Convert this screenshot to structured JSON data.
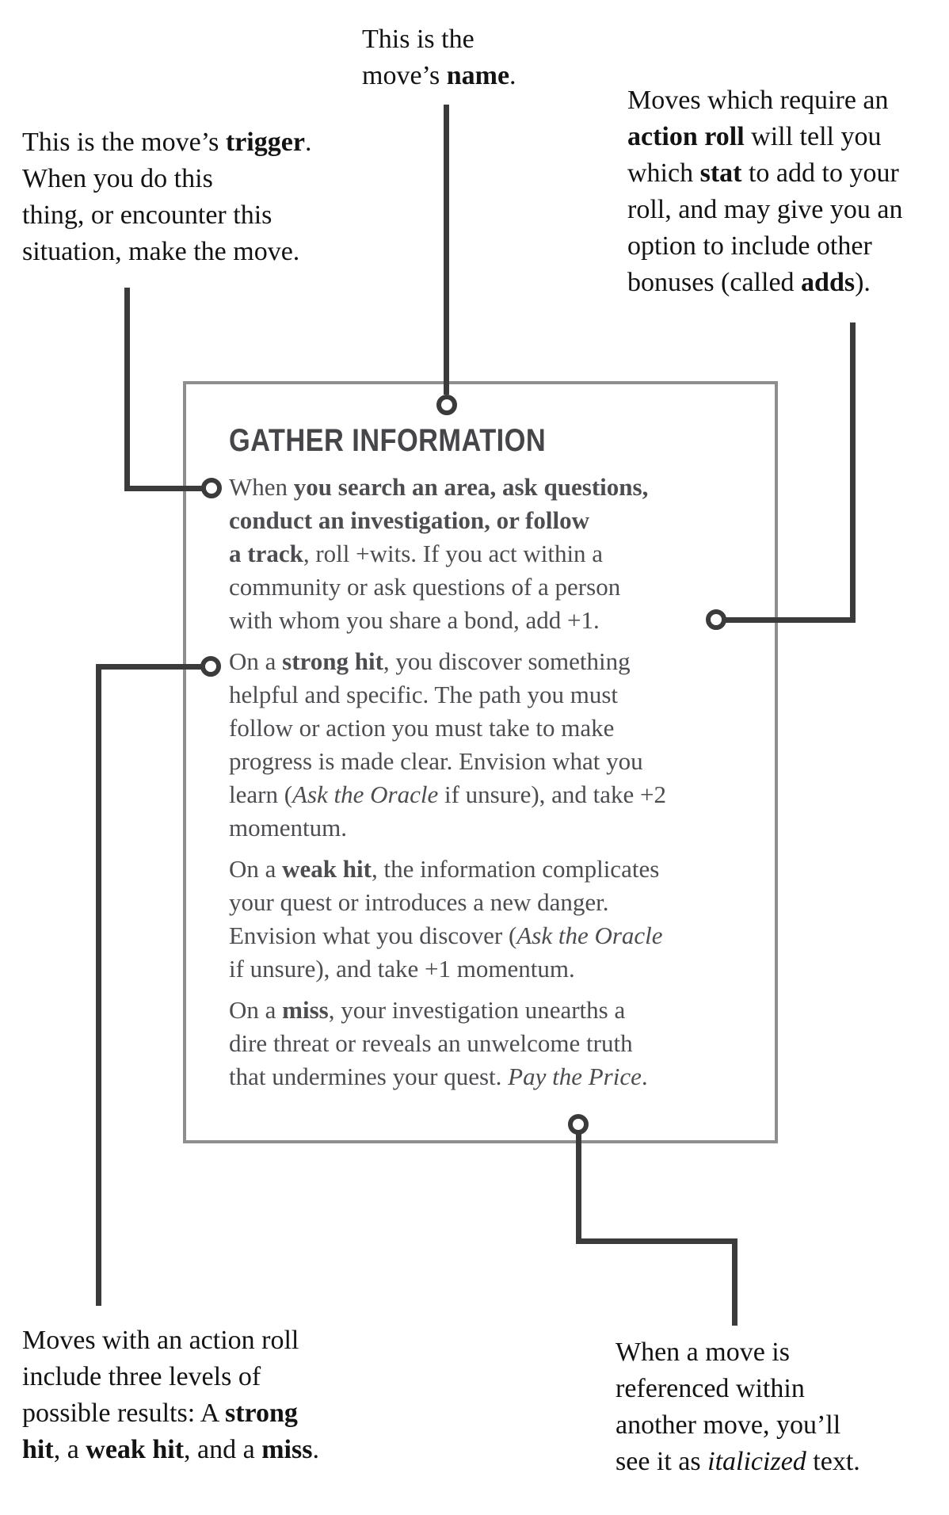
{
  "colors": {
    "background": "#ffffff",
    "annotation_ink": "#131313",
    "card_text_ink": "#4d4d51",
    "card_heading_ink": "#46464a",
    "connector_line": "#3b3b3b",
    "card_border": "#8e8e8e"
  },
  "annotations": {
    "name_note": {
      "lines": [
        [
          {
            "t": "This is the"
          }
        ],
        [
          {
            "t": "move’s "
          },
          {
            "t": "name",
            "b": true
          },
          {
            "t": "."
          }
        ]
      ]
    },
    "trigger_note": {
      "lines": [
        [
          {
            "t": "This is the move’s "
          },
          {
            "t": "trigger",
            "b": true
          },
          {
            "t": "."
          }
        ],
        [
          {
            "t": "When you do this"
          }
        ],
        [
          {
            "t": "thing, or encounter this"
          }
        ],
        [
          {
            "t": "situation, make the move."
          }
        ]
      ]
    },
    "action_roll_note": {
      "lines": [
        [
          {
            "t": "Moves which require an"
          }
        ],
        [
          {
            "t": "action roll",
            "b": true
          },
          {
            "t": " will tell you"
          }
        ],
        [
          {
            "t": "which "
          },
          {
            "t": "stat",
            "b": true
          },
          {
            "t": " to add to your"
          }
        ],
        [
          {
            "t": "roll, and may give you an"
          }
        ],
        [
          {
            "t": "option to include other"
          }
        ],
        [
          {
            "t": "bonuses (called "
          },
          {
            "t": "adds",
            "b": true
          },
          {
            "t": ")."
          }
        ]
      ]
    },
    "results_note": {
      "lines": [
        [
          {
            "t": "Moves with an action roll"
          }
        ],
        [
          {
            "t": "include three levels of"
          }
        ],
        [
          {
            "t": "possible results: A "
          },
          {
            "t": "strong",
            "b": true
          }
        ],
        [
          {
            "t": "hit",
            "b": true
          },
          {
            "t": ", a "
          },
          {
            "t": "weak hit",
            "b": true
          },
          {
            "t": ", and a "
          },
          {
            "t": "miss",
            "b": true
          },
          {
            "t": "."
          }
        ]
      ]
    },
    "reference_note": {
      "lines": [
        [
          {
            "t": "When a move is"
          }
        ],
        [
          {
            "t": "referenced within"
          }
        ],
        [
          {
            "t": "another move, you’ll"
          }
        ],
        [
          {
            "t": "see it as "
          },
          {
            "t": "italicized",
            "i": true
          },
          {
            "t": " text."
          }
        ]
      ]
    }
  },
  "move_card": {
    "title": "GATHER INFORMATION",
    "paragraphs": [
      {
        "lines": [
          [
            {
              "t": "When "
            },
            {
              "t": "you search an area, ask questions,",
              "b": true
            }
          ],
          [
            {
              "t": "conduct an investigation, or follow",
              "b": true
            }
          ],
          [
            {
              "t": "a track",
              "b": true
            },
            {
              "t": ", roll +wits. If you act within a"
            }
          ],
          [
            {
              "t": "community or ask questions of a person"
            }
          ],
          [
            {
              "t": "with whom you share a bond, add +1."
            }
          ]
        ]
      },
      {
        "lines": [
          [
            {
              "t": "On a "
            },
            {
              "t": "strong hit",
              "b": true
            },
            {
              "t": ", you discover something"
            }
          ],
          [
            {
              "t": "helpful and specific. The path you must"
            }
          ],
          [
            {
              "t": "follow or action you must take to make"
            }
          ],
          [
            {
              "t": "progress is made clear. Envision what you"
            }
          ],
          [
            {
              "t": "learn ("
            },
            {
              "t": "Ask the Oracle",
              "i": true
            },
            {
              "t": " if unsure), and take +2"
            }
          ],
          [
            {
              "t": "momentum."
            }
          ]
        ]
      },
      {
        "lines": [
          [
            {
              "t": "On a "
            },
            {
              "t": "weak hit",
              "b": true
            },
            {
              "t": ", the information complicates"
            }
          ],
          [
            {
              "t": "your quest or introduces a new danger."
            }
          ],
          [
            {
              "t": "Envision what you discover ("
            },
            {
              "t": "Ask the Oracle",
              "i": true
            }
          ],
          [
            {
              "t": "if unsure), and take +1 momentum."
            }
          ]
        ]
      },
      {
        "lines": [
          [
            {
              "t": "On a "
            },
            {
              "t": "miss",
              "b": true
            },
            {
              "t": ", your investigation unearths a"
            }
          ],
          [
            {
              "t": "dire threat or reveals an unwelcome truth"
            }
          ],
          [
            {
              "t": "that undermines your quest. "
            },
            {
              "t": "Pay the Price",
              "i": true
            },
            {
              "t": "."
            }
          ]
        ]
      }
    ]
  }
}
